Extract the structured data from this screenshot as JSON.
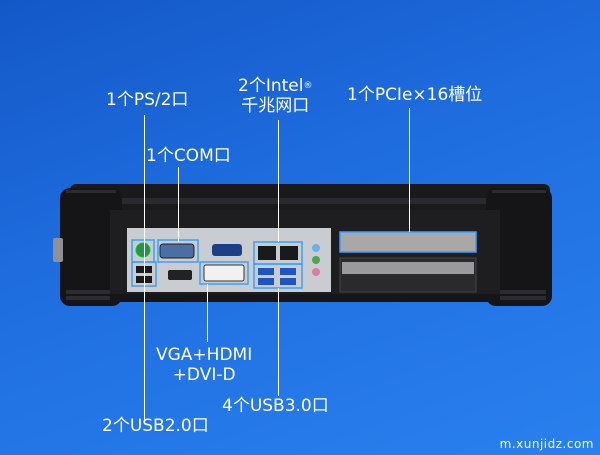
{
  "labels": {
    "ps2": "1个PS/2口",
    "com": "1个COM口",
    "intel_line1": "2个Intel",
    "intel_reg": "®",
    "intel_line2": "千兆网口",
    "pcie": "1个PCIe×16槽位",
    "vga_line1": "VGA+HDMI",
    "vga_line2": "+DVI-D",
    "usb30": "4个USB3.0口",
    "usb20": "2个USB2.0口"
  },
  "watermark": "m.xunjidz.com",
  "colors": {
    "background": "#1f6ee0",
    "device_body": "#1b1b1d",
    "io_panel": "#c9ccd0",
    "highlight": "#3aa0ff"
  }
}
